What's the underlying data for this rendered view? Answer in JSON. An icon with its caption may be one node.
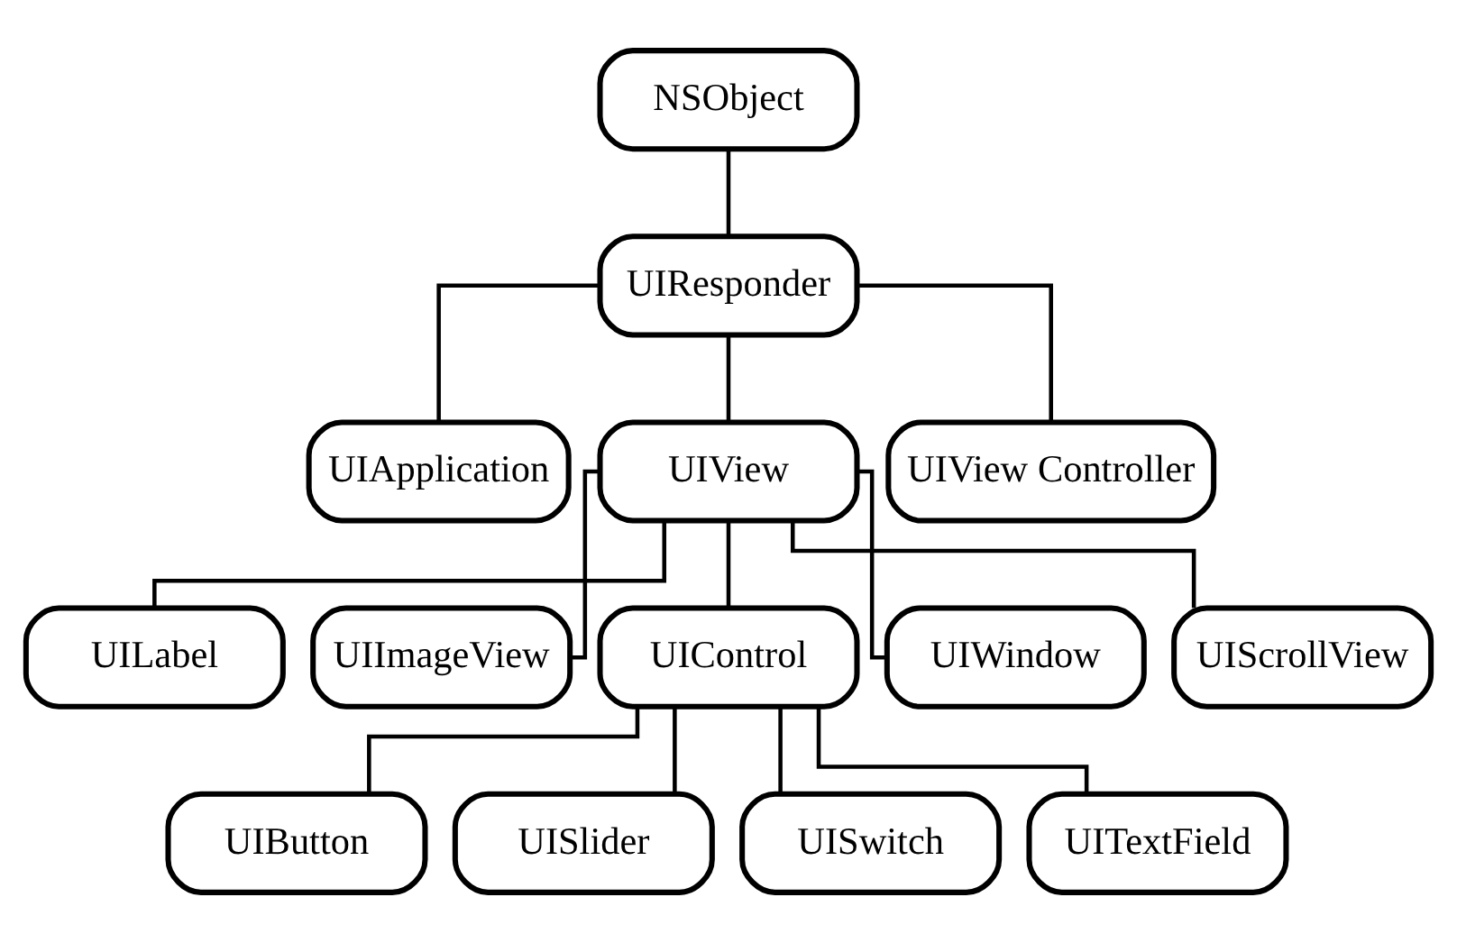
{
  "diagram": {
    "nodes": [
      {
        "text": [
          "NSObject"
        ]
      },
      {
        "text": [
          "UIResponder"
        ]
      },
      {
        "text": [
          "UIApplication"
        ]
      },
      {
        "text": [
          "UIView"
        ]
      },
      {
        "text": [
          "UIView Controller"
        ]
      },
      {
        "text": [
          "UILabel"
        ]
      },
      {
        "text": [
          "UIImageView"
        ]
      },
      {
        "text": [
          "UIControl"
        ]
      },
      {
        "text": [
          "UIWindow"
        ]
      },
      {
        "text": [
          "UIScrollView"
        ]
      },
      {
        "text": [
          "UIButton"
        ]
      },
      {
        "text": [
          "UISlider"
        ]
      },
      {
        "text": [
          "UISwitch"
        ]
      },
      {
        "text": [
          "UITextField"
        ]
      }
    ],
    "edges": [
      {
        "from": 0,
        "to": 1,
        "arrow": "none"
      },
      {
        "from": 1,
        "to": 2,
        "arrow": "none"
      },
      {
        "from": 1,
        "to": 3,
        "arrow": "none"
      },
      {
        "from": 1,
        "to": 4,
        "arrow": "none"
      },
      {
        "from": 3,
        "to": 5,
        "arrow": "none"
      },
      {
        "from": 3,
        "to": 6,
        "arrow": "none"
      },
      {
        "from": 3,
        "to": 7,
        "arrow": "none"
      },
      {
        "from": 3,
        "to": 8,
        "arrow": "none"
      },
      {
        "from": 3,
        "to": 9,
        "arrow": "none"
      },
      {
        "from": 7,
        "to": 10,
        "arrow": "none"
      },
      {
        "from": 7,
        "to": 11,
        "arrow": "none"
      },
      {
        "from": 7,
        "to": 12,
        "arrow": "none"
      },
      {
        "from": 7,
        "to": 13,
        "arrow": "none"
      }
    ]
  }
}
